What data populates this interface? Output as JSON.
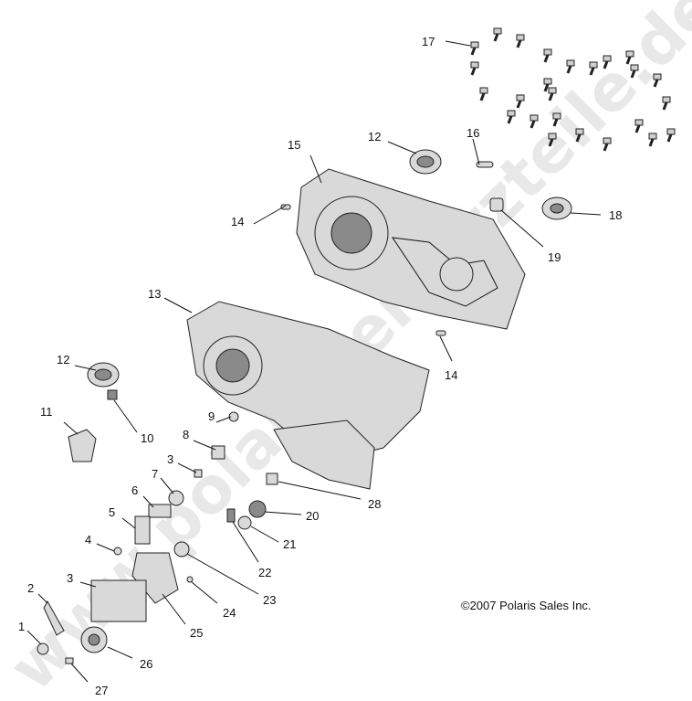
{
  "watermark": "www.polaris-ersatzteile.de",
  "copyright": "©2007 Polaris Sales Inc.",
  "callouts": {
    "c1": "1",
    "c2": "2",
    "c3a": "3",
    "c3b": "3",
    "c4": "4",
    "c5": "5",
    "c6": "6",
    "c7": "7",
    "c8": "8",
    "c9": "9",
    "c10": "10",
    "c11": "11",
    "c12a": "12",
    "c12b": "12",
    "c13": "13",
    "c14a": "14",
    "c14b": "14",
    "c15": "15",
    "c16": "16",
    "c17": "17",
    "c18": "18",
    "c19": "19",
    "c20": "20",
    "c21": "21",
    "c22": "22",
    "c23": "23",
    "c24": "24",
    "c25": "25",
    "c26": "26",
    "c27": "27",
    "c28": "28"
  }
}
